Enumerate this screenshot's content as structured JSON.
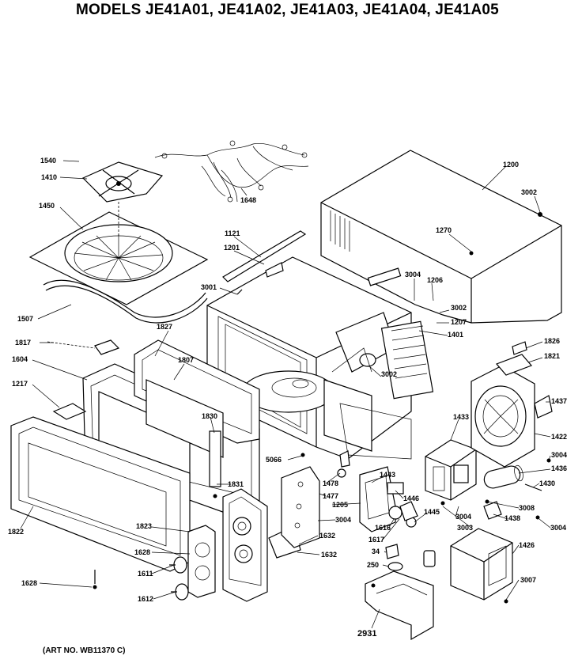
{
  "title": "MODELS JE41A01, JE41A02, JE41A03, JE41A04, JE41A05",
  "art_number": "(ART NO. WB11370 C)",
  "labels": {
    "p1540": "1540",
    "p1410": "1410",
    "p1648": "1648",
    "p1450": "1450",
    "p1200": "1200",
    "p3002a": "3002",
    "p1270": "1270",
    "p1121": "1121",
    "p1201": "1201",
    "p3001": "3001",
    "p3004a": "3004",
    "p1206": "1206",
    "p3002b": "3002",
    "p1207": "1207",
    "p1401": "1401",
    "p1507": "1507",
    "p1827": "1827",
    "p1817": "1817",
    "p1807": "1807",
    "p1604": "1604",
    "p3002c": "3002",
    "p1826": "1826",
    "p1821": "1821",
    "p1217": "1217",
    "p1830": "1830",
    "p1433": "1433",
    "p1437": "1437",
    "p1422": "1422",
    "p5066": "5066",
    "p3004b": "3004",
    "p1436": "1436",
    "p1831": "1831",
    "p1478": "1478",
    "p1477": "1477",
    "p1443": "1443",
    "p1430": "1430",
    "p1205": "1205",
    "p1446": "1446",
    "p3008": "3008",
    "p1822": "1822",
    "p1823": "1823",
    "p3004c": "3004",
    "p1616": "1616",
    "p1445": "1445",
    "p3004d": "3004",
    "p1438": "1438",
    "p3004e": "3004",
    "p1632a": "1632",
    "p1617": "1617",
    "p3003": "3003",
    "p1628a": "1628",
    "p34": "34",
    "p1426": "1426",
    "p1632b": "1632",
    "p250": "250",
    "p1611": "1611",
    "p3007": "3007",
    "p1628b": "1628",
    "p1612": "1612",
    "p2931": "2931"
  }
}
